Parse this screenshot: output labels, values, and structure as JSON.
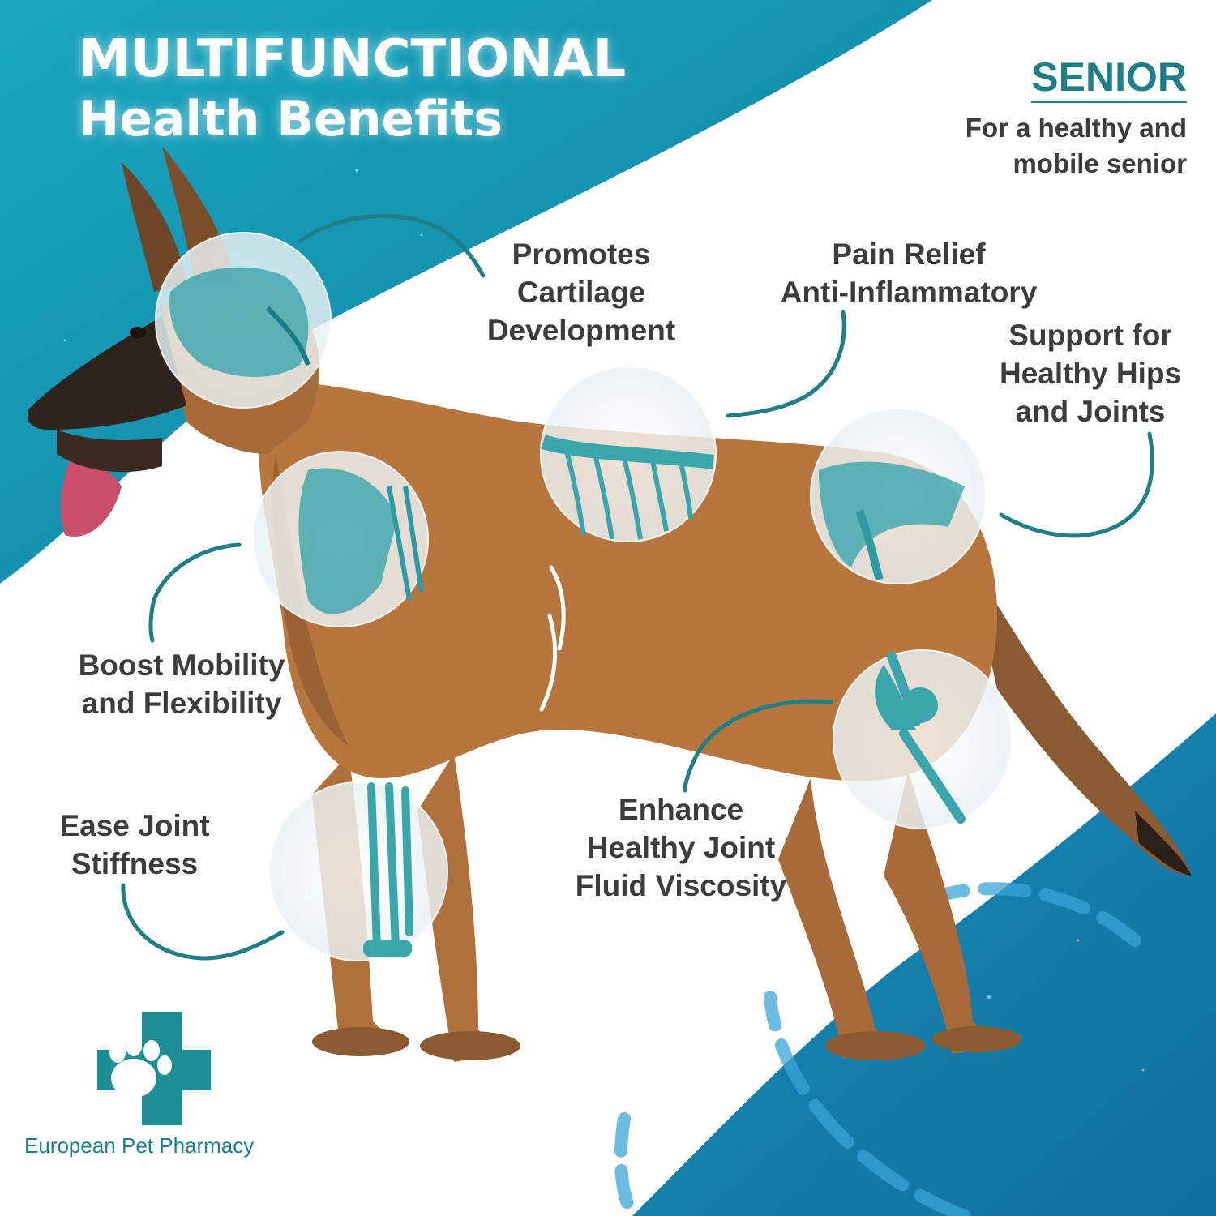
{
  "colors": {
    "teal_dark": "#1180a3",
    "teal_light": "#1aa7c0",
    "bone": "#3aa5ab",
    "text": "#3c3c3c",
    "brand": "#1f7f87",
    "dog_coat": "#b8763f"
  },
  "header": {
    "title_line1": "MULTIFUNCTIONAL",
    "title_line2": "Health Benefits"
  },
  "senior": {
    "heading": "SENIOR",
    "sub_line1": "For a healthy and",
    "sub_line2": "mobile senior"
  },
  "benefits": {
    "cartilage": [
      "Promotes",
      "Cartilage",
      "Development"
    ],
    "pain": [
      "Pain Relief",
      "Anti-Inflammatory"
    ],
    "hips": [
      "Support for",
      "Healthy Hips",
      "and Joints"
    ],
    "mobility": [
      "Boost Mobility",
      "and Flexibility"
    ],
    "stiffness": [
      "Ease Joint",
      "Stiffness"
    ],
    "fluid": [
      "Enhance",
      "Healthy Joint",
      "Fluid Viscosity"
    ]
  },
  "brand": {
    "name": "European Pet Pharmacy",
    "logo_icon": "paw-cross-icon"
  },
  "images": {
    "dog": "dog-photo",
    "skeleton_insets": [
      "skull-xray",
      "shoulder-xray",
      "spine-xray",
      "hip-xray",
      "knee-xray",
      "foreleg-xray"
    ]
  }
}
